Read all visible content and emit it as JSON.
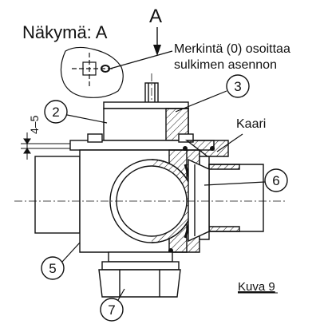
{
  "view_title": "Näkymä: A",
  "view_arrow_letter": "A",
  "marking_note_line1": "Merkintä (0) osoittaa",
  "marking_note_line2": "sulkimen asennon",
  "dimension_label": "4–5",
  "arc_label": "Kaari",
  "figure_caption": "Kuva 9",
  "callouts": [
    "2",
    "3",
    "5",
    "6",
    "7"
  ],
  "colors": {
    "line": "#111111",
    "background": "#ffffff"
  }
}
